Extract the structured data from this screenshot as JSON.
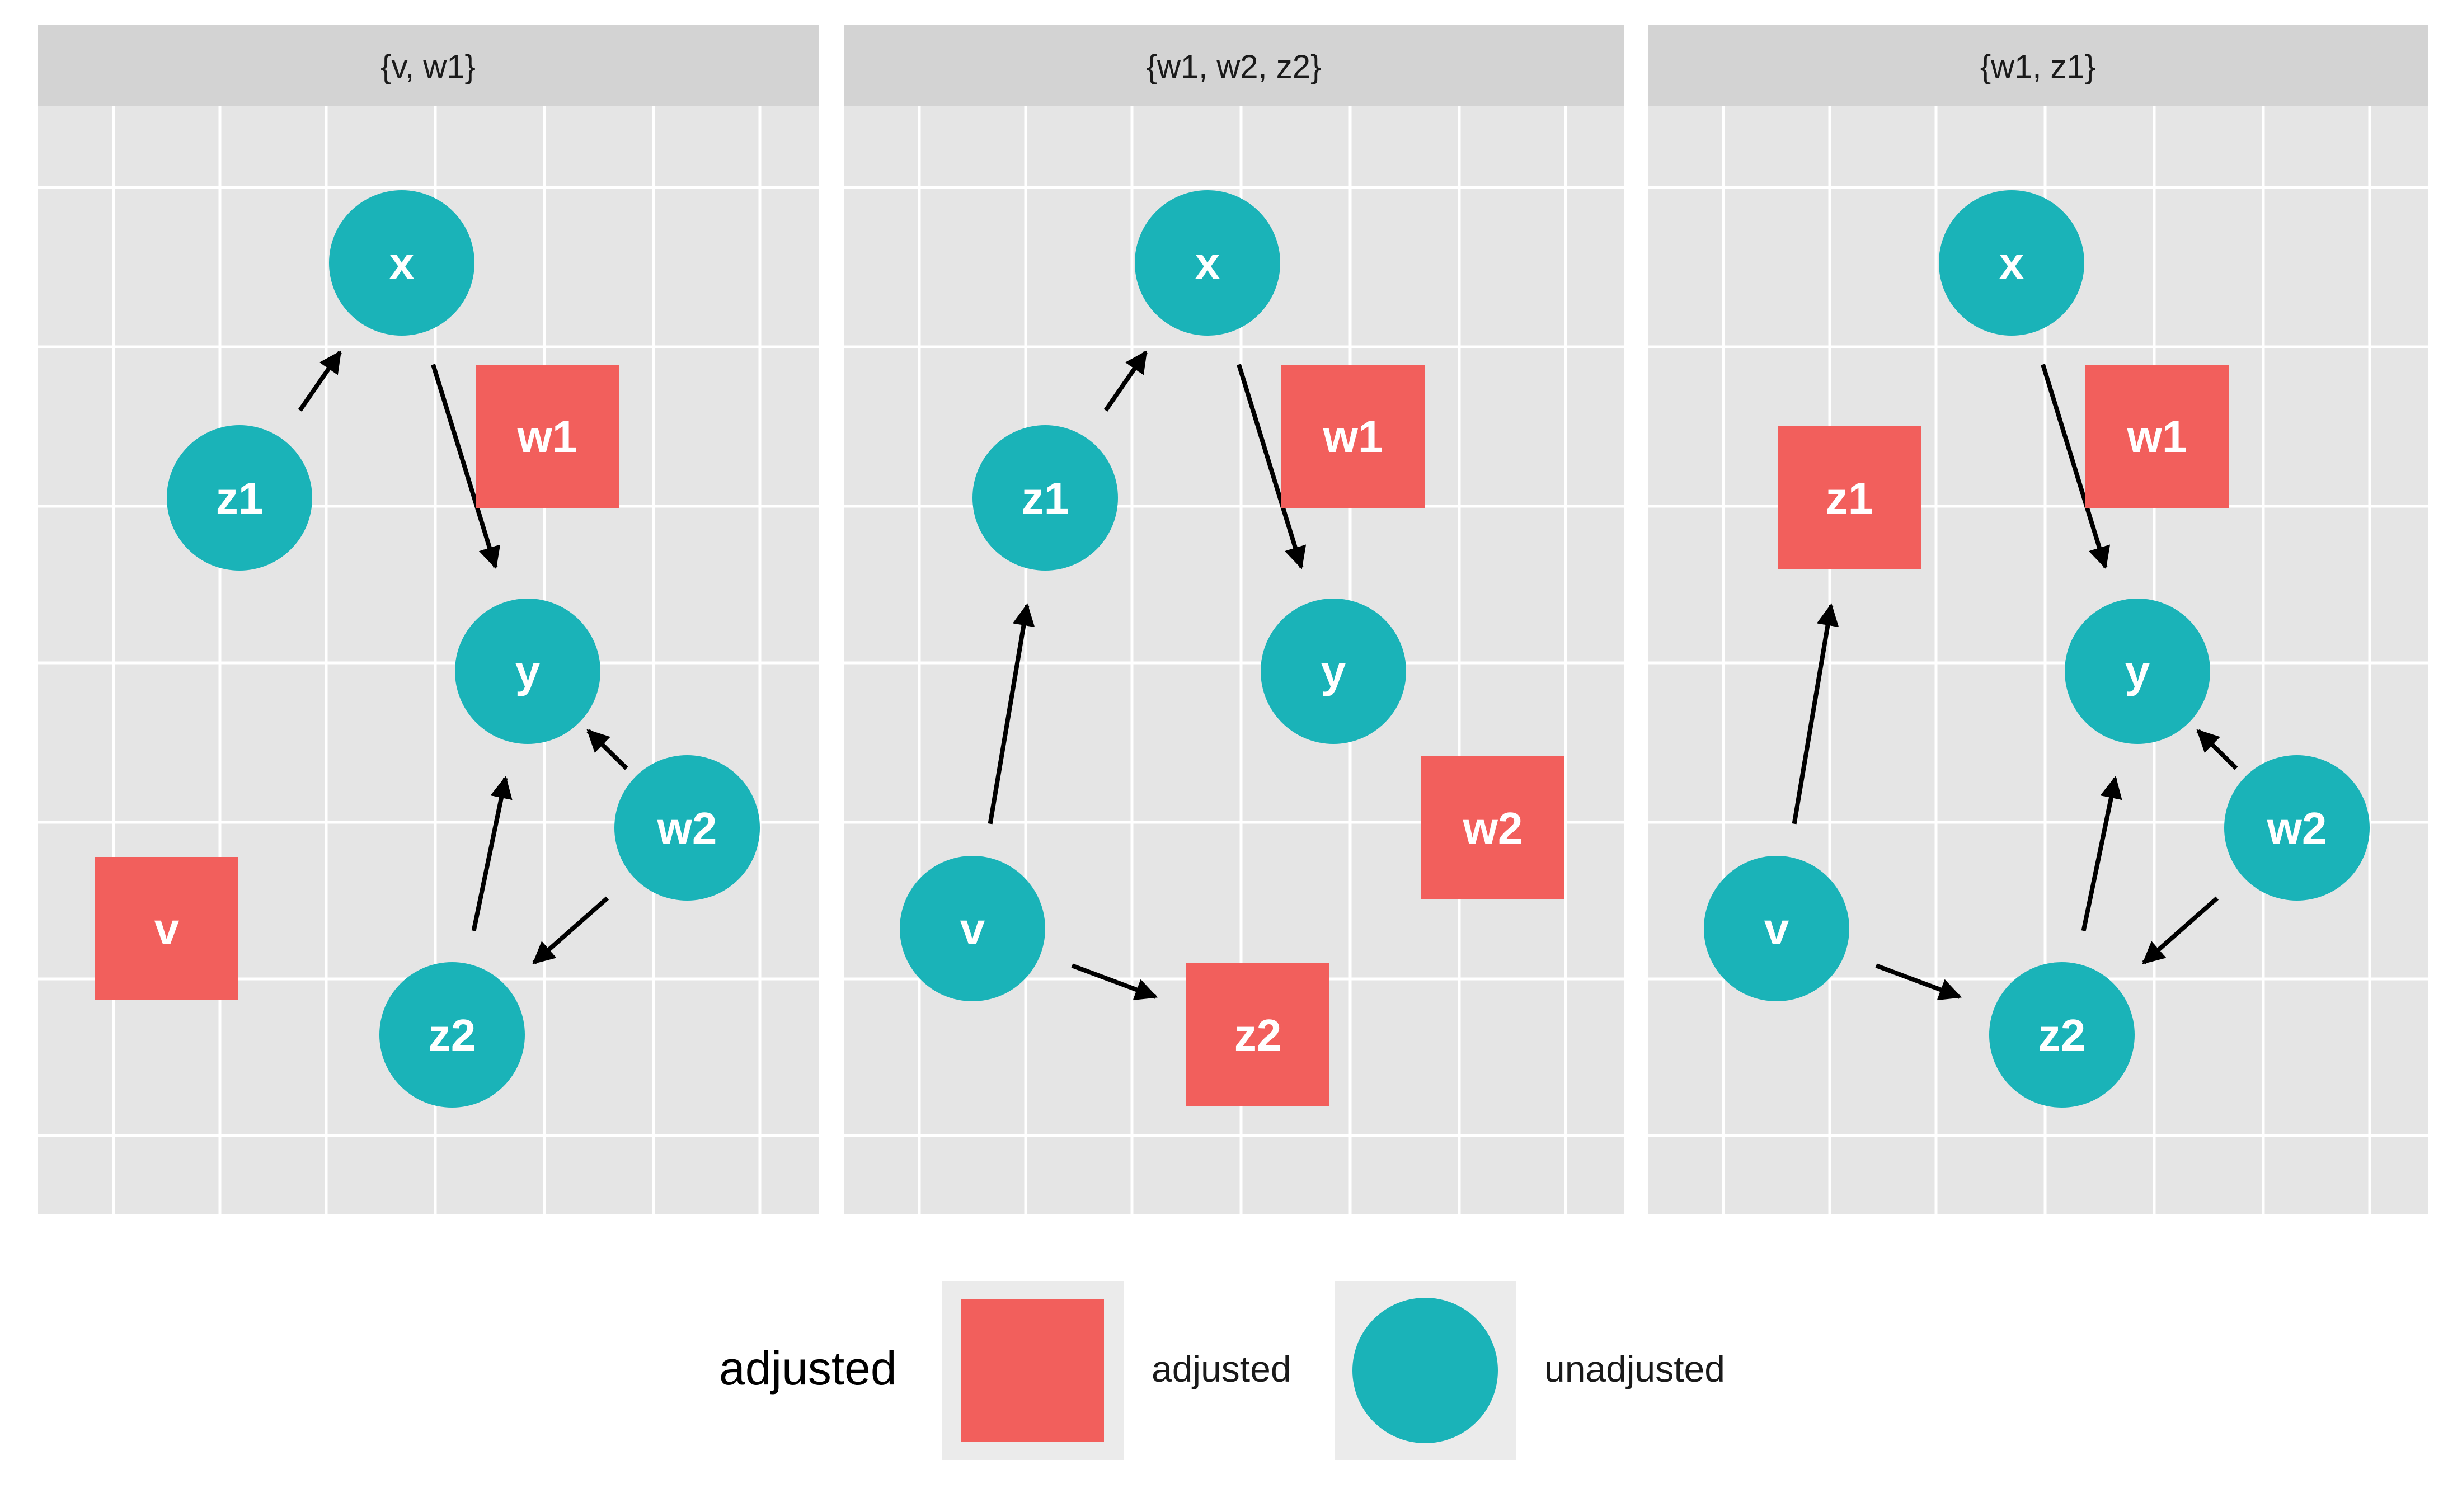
{
  "colors": {
    "adjusted": "#F25F5C",
    "unadjusted": "#1AB3B8",
    "panel_bg": "#E5E5E5",
    "strip_bg": "#D3D3D3",
    "grid": "#FFFFFF",
    "edge": "#000000"
  },
  "panels": [
    {
      "title": "{v, w1}",
      "nodes": [
        {
          "name": "x",
          "status": "unadjusted"
        },
        {
          "name": "w1",
          "status": "adjusted"
        },
        {
          "name": "z1",
          "status": "unadjusted"
        },
        {
          "name": "y",
          "status": "unadjusted"
        },
        {
          "name": "w2",
          "status": "unadjusted"
        },
        {
          "name": "v",
          "status": "adjusted"
        },
        {
          "name": "z2",
          "status": "unadjusted"
        }
      ],
      "edges": [
        [
          "z1",
          "x"
        ],
        [
          "x",
          "y"
        ],
        [
          "w2",
          "y"
        ],
        [
          "w2",
          "z2"
        ],
        [
          "z2",
          "y"
        ]
      ]
    },
    {
      "title": "{w1, w2, z2}",
      "nodes": [
        {
          "name": "x",
          "status": "unadjusted"
        },
        {
          "name": "w1",
          "status": "adjusted"
        },
        {
          "name": "z1",
          "status": "unadjusted"
        },
        {
          "name": "y",
          "status": "unadjusted"
        },
        {
          "name": "w2",
          "status": "adjusted"
        },
        {
          "name": "v",
          "status": "unadjusted"
        },
        {
          "name": "z2",
          "status": "adjusted"
        }
      ],
      "edges": [
        [
          "z1",
          "x"
        ],
        [
          "x",
          "y"
        ],
        [
          "v",
          "z1"
        ],
        [
          "v",
          "z2"
        ]
      ]
    },
    {
      "title": "{w1, z1}",
      "nodes": [
        {
          "name": "x",
          "status": "unadjusted"
        },
        {
          "name": "w1",
          "status": "adjusted"
        },
        {
          "name": "z1",
          "status": "adjusted"
        },
        {
          "name": "y",
          "status": "unadjusted"
        },
        {
          "name": "w2",
          "status": "unadjusted"
        },
        {
          "name": "v",
          "status": "unadjusted"
        },
        {
          "name": "z2",
          "status": "unadjusted"
        }
      ],
      "edges": [
        [
          "x",
          "y"
        ],
        [
          "v",
          "z1"
        ],
        [
          "v",
          "z2"
        ],
        [
          "w2",
          "y"
        ],
        [
          "w2",
          "z2"
        ],
        [
          "z2",
          "y"
        ]
      ]
    }
  ],
  "legend": {
    "title": "adjusted",
    "items": [
      {
        "label": "adjusted",
        "shape": "square",
        "status": "adjusted"
      },
      {
        "label": "unadjusted",
        "shape": "circle",
        "status": "unadjusted"
      }
    ]
  }
}
